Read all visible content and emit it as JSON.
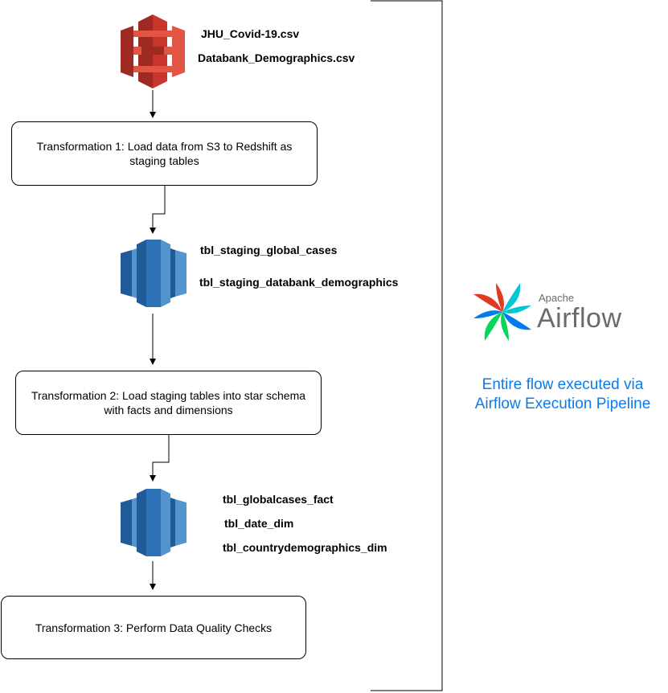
{
  "source": {
    "icon": "s3-bucket-icon",
    "files": [
      "JHU_Covid-19.csv",
      "Databank_Demographics.csv"
    ]
  },
  "steps": [
    {
      "label": "Transformation 1: Load data from S3 to Redshift as staging tables"
    },
    {
      "label": "Transformation 2: Load staging tables into star schema with facts and dimensions"
    },
    {
      "label": "Transformation 3: Perform Data Quality Checks"
    }
  ],
  "staging": {
    "icon": "redshift-icon",
    "tables": [
      "tbl_staging_global_cases",
      "tbl_staging_databank_demographics"
    ]
  },
  "star_schema": {
    "icon": "redshift-icon",
    "tables": [
      "tbl_globalcases_fact",
      "tbl_date_dim",
      "tbl_countrydemographics_dim"
    ]
  },
  "airflow": {
    "logo_small": "Apache",
    "logo_big": "Airflow",
    "note": "Entire flow executed via Airflow Execution Pipeline"
  },
  "colors": {
    "s3_dark": "#9e2a23",
    "s3_mid": "#c7352c",
    "s3_light": "#e25444",
    "redshift_dark": "#205b98",
    "redshift_mid": "#2e73b8",
    "redshift_light": "#5294cf",
    "note": "#0b7bea"
  }
}
